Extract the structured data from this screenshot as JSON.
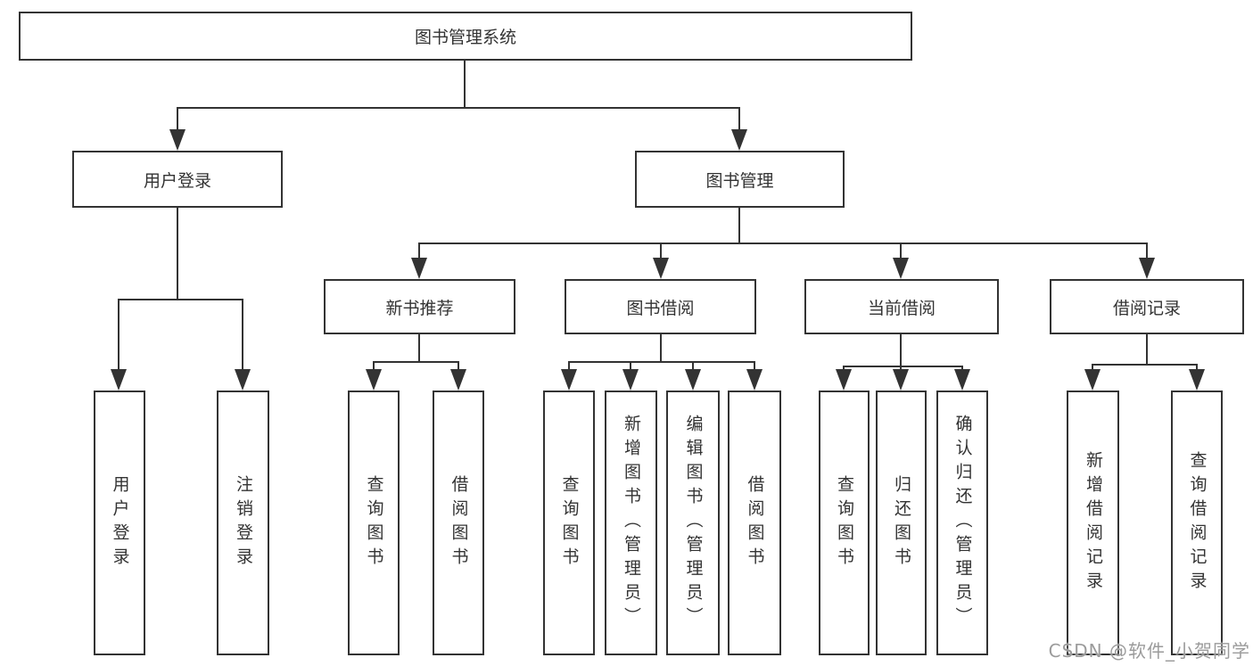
{
  "tree": {
    "label": "图书管理系统",
    "children": [
      {
        "label": "用户登录",
        "children": [
          {
            "label": "用户登录"
          },
          {
            "label": "注销登录"
          }
        ]
      },
      {
        "label": "图书管理",
        "children": [
          {
            "label": "新书推荐",
            "children": [
              {
                "label": "查询图书"
              },
              {
                "label": "借阅图书"
              }
            ]
          },
          {
            "label": "图书借阅",
            "children": [
              {
                "label": "查询图书"
              },
              {
                "label": "新增图书（管理员）"
              },
              {
                "label": "编辑图书（管理员）"
              },
              {
                "label": "借阅图书"
              }
            ]
          },
          {
            "label": "当前借阅",
            "children": [
              {
                "label": "查询图书"
              },
              {
                "label": "归还图书"
              },
              {
                "label": "确认归还（管理员）"
              }
            ]
          },
          {
            "label": "借阅记录",
            "children": [
              {
                "label": "新增借阅记录"
              },
              {
                "label": "查询借阅记录"
              }
            ]
          }
        ]
      }
    ]
  },
  "watermark": {
    "text": "CSDN @软件_小贺同学"
  },
  "colors": {
    "line": "#333333",
    "background": "#ffffff",
    "watermark": "#9b9b9b"
  }
}
